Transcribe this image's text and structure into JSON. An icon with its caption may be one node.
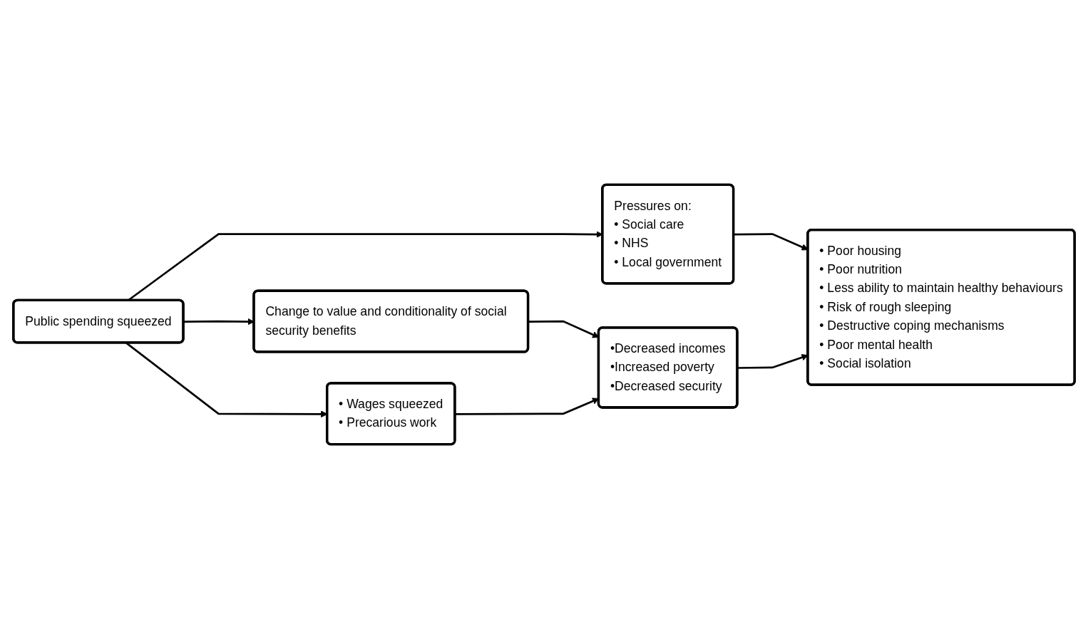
{
  "diagram": {
    "nodes": [
      {
        "text": [
          "Public spending squeezed"
        ]
      },
      {
        "text": [
          "Pressures on:",
          "• Social care",
          "• NHS",
          "• Local government"
        ]
      },
      {
        "text": [
          "Change to value and conditionality of social security benefits"
        ]
      },
      {
        "text": [
          "• Wages squeezed",
          "• Precarious work"
        ]
      },
      {
        "text": [
          "•Decreased incomes",
          "•Increased poverty",
          "•Decreased security"
        ]
      },
      {
        "text": [
          "• Poor housing",
          "• Poor nutrition",
          "• Less ability to maintain healthy behaviours",
          "• Risk of rough sleeping",
          "• Destructive coping mechanisms",
          "• Poor mental health",
          "• Social isolation"
        ]
      }
    ],
    "edges": [
      {
        "from": 0,
        "to": 1,
        "arrow": "to"
      },
      {
        "from": 0,
        "to": 2,
        "arrow": "to"
      },
      {
        "from": 0,
        "to": 3,
        "arrow": "to"
      },
      {
        "from": 2,
        "to": 4,
        "arrow": "to"
      },
      {
        "from": 3,
        "to": 4,
        "arrow": "to"
      },
      {
        "from": 1,
        "to": 5,
        "arrow": "to"
      },
      {
        "from": 4,
        "to": 5,
        "arrow": "to"
      }
    ]
  }
}
